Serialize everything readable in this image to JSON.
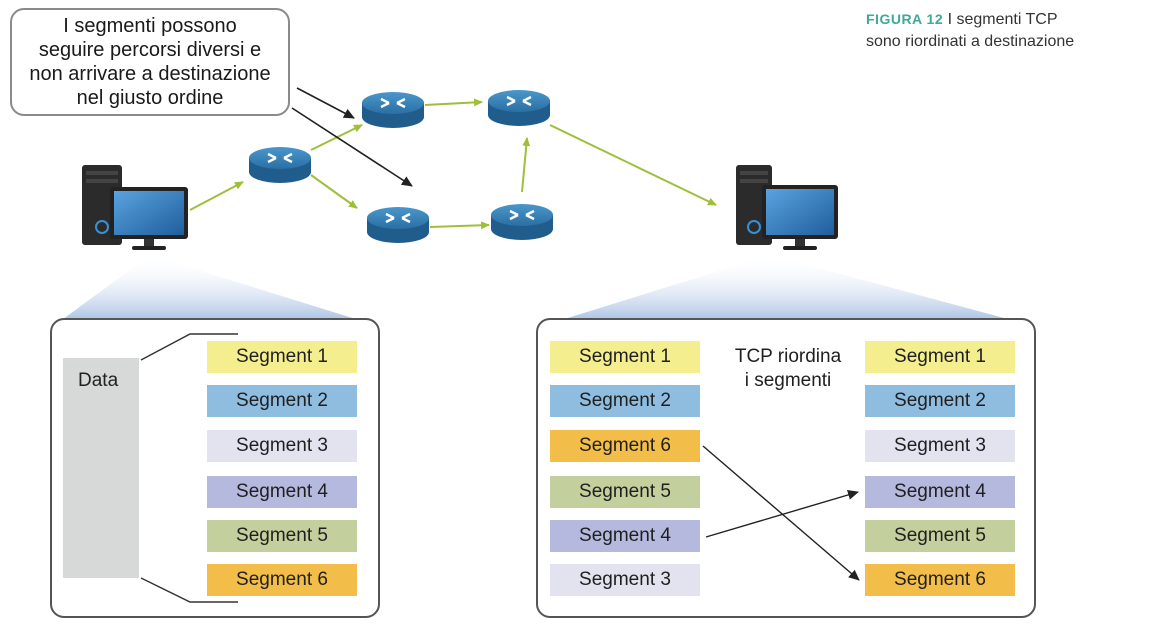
{
  "callout": {
    "lines": [
      "I segmenti possono",
      "seguire percorsi diversi e",
      "non arrivare a destinazione",
      "nel giusto ordine"
    ]
  },
  "caption": {
    "tag": "FIGURA 12",
    "text_line1": "I segmenti TCP",
    "text_line2": "sono riordinati a destinazione"
  },
  "colors": {
    "seg1": "#f4ee8e",
    "seg2": "#8fbde0",
    "seg3": "#e3e3f0",
    "seg4": "#b6b9de",
    "seg5": "#c3cf9c",
    "seg6": "#f3bd4a",
    "link": "#9fbf3b",
    "router": "#2f7bb0"
  },
  "left_panel": {
    "data_label": "Data",
    "segments": [
      "Segment 1",
      "Segment 2",
      "Segment 3",
      "Segment 4",
      "Segment 5",
      "Segment 6"
    ]
  },
  "right_panel": {
    "note_line1": "TCP riordina",
    "note_line2": "i segmenti",
    "received": [
      "Segment 1",
      "Segment 2",
      "Segment 6",
      "Segment 5",
      "Segment 4",
      "Segment 3"
    ],
    "reordered": [
      "Segment 1",
      "Segment 2",
      "Segment 3",
      "Segment 4",
      "Segment 5",
      "Segment 6"
    ]
  }
}
